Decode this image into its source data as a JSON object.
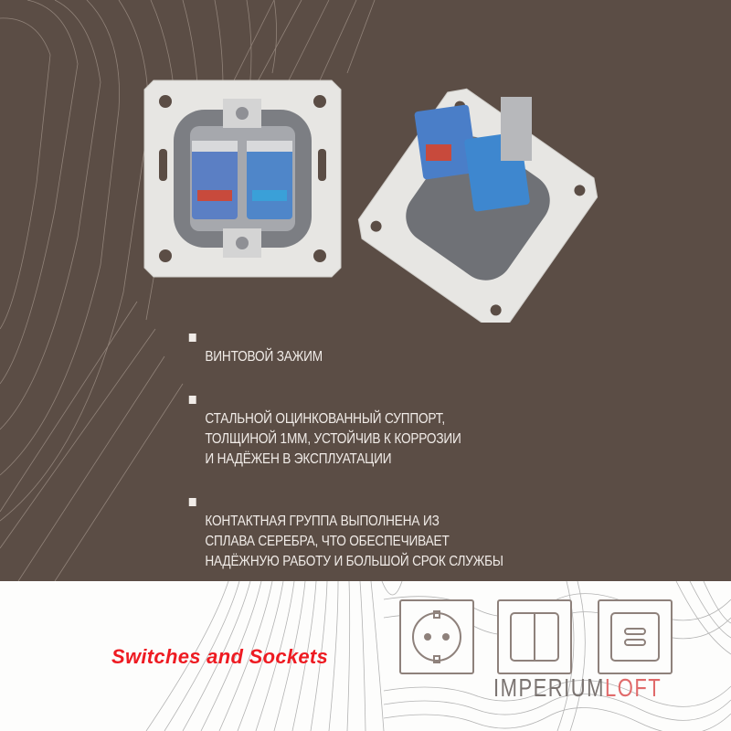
{
  "colors": {
    "background_top": "#5b4d45",
    "background_bottom": "#fdfdfc",
    "bullet_text": "#f1ece8",
    "caption": "#ee1b22",
    "brand_primary": "#7a7370",
    "brand_accent": "#e06a6a",
    "icon_stroke": "#8e817b"
  },
  "products": [
    {
      "name": "double RJ45 data socket mechanism, front view"
    },
    {
      "name": "double RJ45 data socket mechanism, angled view"
    }
  ],
  "features": [
    {
      "text": "ВИНТОВОЙ ЗАЖИМ"
    },
    {
      "text": "СТАЛЬНОЙ ОЦИНКОВАННЫЙ СУППОРТ,\nТОЛЩИНОЙ 1ММ, УСТОЙЧИВ К КОРРОЗИИ\nИ НАДЁЖЕН В ЭКСПЛУАТАЦИИ"
    },
    {
      "text": "КОНТАКТНАЯ ГРУППА ВЫПОЛНЕНА ИЗ\nСПЛАВА СЕРЕБРА, ЧТО ОБЕСПЕЧИВАЕТ\nНАДЁЖНУЮ РАБОТУ И БОЛЬШОЙ СРОК СЛУЖБЫ"
    }
  ],
  "caption": "Switches and Sockets",
  "icons": [
    {
      "name": "socket-icon"
    },
    {
      "name": "double-switch-icon"
    },
    {
      "name": "usb-charger-icon"
    }
  ],
  "brand": {
    "part1": "IMPERIUM",
    "part2": "LOFT"
  }
}
